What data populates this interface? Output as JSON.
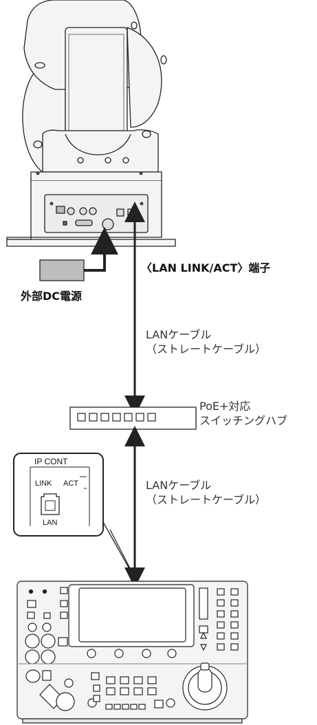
{
  "labels": {
    "terminal": "〈LAN LINK/ACT〉端子",
    "dc_power": "外部DC電源",
    "cable_top": {
      "line1": "LANケーブル",
      "line2": "（ストレートケーブル）"
    },
    "cable_bottom": {
      "line1": "LANケーブル",
      "line2": "（ストレートケーブル）"
    },
    "hub": {
      "line1": "PoE+対応",
      "line2": "スイッチングハブ"
    },
    "port": {
      "title": "IP CONT",
      "link": "LINK",
      "act": "ACT",
      "lan": "LAN"
    }
  },
  "colors": {
    "device_fill": "#f4f4f4",
    "line": "#222222",
    "adapter_fill": "#bdbdbd"
  },
  "icons": {
    "camera": "ptz-camera-icon",
    "adapter": "power-adapter-icon",
    "hub": "switching-hub-icon",
    "controller": "remote-controller-icon"
  }
}
